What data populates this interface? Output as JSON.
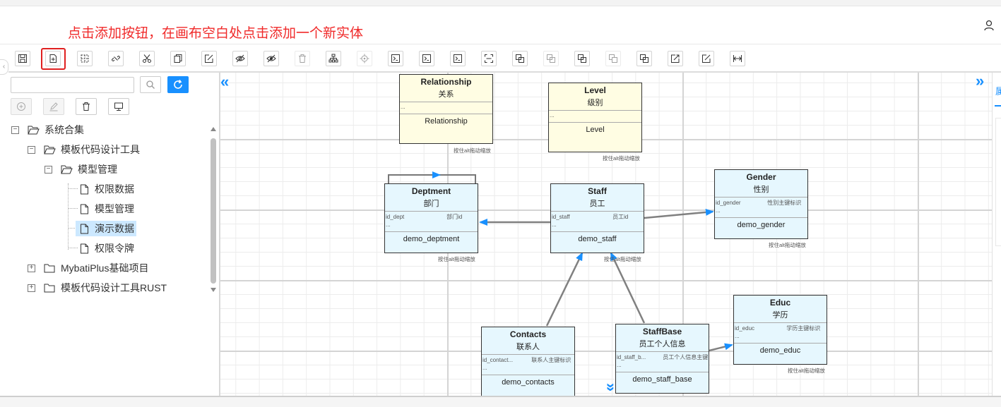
{
  "hint_text": "点击添加按钮，在画布空白处点击添加一个新实体",
  "toolbar": {
    "buttons": [
      {
        "name": "save-icon",
        "disabled": false
      },
      {
        "name": "add-entity-icon",
        "disabled": false
      },
      {
        "name": "select-icon",
        "disabled": false
      },
      {
        "name": "unlink-icon",
        "disabled": false
      },
      {
        "name": "cut-icon",
        "disabled": false
      },
      {
        "name": "copy-icon",
        "disabled": false
      },
      {
        "name": "edit-icon",
        "disabled": false
      },
      {
        "name": "hide-icon",
        "disabled": false
      },
      {
        "name": "hide-alt-icon",
        "disabled": false
      },
      {
        "name": "delete-icon",
        "disabled": true
      },
      {
        "name": "hierarchy-icon",
        "disabled": false
      },
      {
        "name": "locate-icon",
        "disabled": true
      },
      {
        "name": "terminal-icon",
        "disabled": false
      },
      {
        "name": "terminal-alt-icon",
        "disabled": false
      },
      {
        "name": "terminal-run-icon",
        "disabled": false
      },
      {
        "name": "fit-icon",
        "disabled": false
      },
      {
        "name": "group-icon",
        "disabled": false
      },
      {
        "name": "ungroup-icon",
        "disabled": true
      },
      {
        "name": "layer-up-icon",
        "disabled": false
      },
      {
        "name": "layer-down-icon",
        "disabled": true
      },
      {
        "name": "layer-icon",
        "disabled": false
      },
      {
        "name": "export-icon",
        "disabled": false
      },
      {
        "name": "import-icon",
        "disabled": false
      },
      {
        "name": "width-icon",
        "disabled": false
      }
    ]
  },
  "sidebar": {
    "search_placeholder": "",
    "tree": {
      "root": "系统合集",
      "node_1": "模板代码设计工具",
      "node_1_1": "模型管理",
      "leaf_1": "权限数据",
      "leaf_2": "模型管理",
      "leaf_3": "演示数据",
      "leaf_4": "权限令牌",
      "node_2": "MybatiPlus基础项目",
      "node_3": "模板代码设计工具RUST"
    }
  },
  "canvas": {
    "zoom_hint": "按住alt拖动缩放",
    "entities": {
      "relationship": {
        "name": "Relationship",
        "cn": "关系",
        "ellipsis": "...",
        "table": "Relationship"
      },
      "level": {
        "name": "Level",
        "cn": "级别",
        "ellipsis": "...",
        "table": "Level"
      },
      "deptment": {
        "name": "Deptment",
        "cn": "部门",
        "field_code": "id_dept",
        "field_name": "部门id",
        "ellipsis": "...",
        "table": "demo_deptment"
      },
      "staff": {
        "name": "Staff",
        "cn": "员工",
        "field_code": "id_staff",
        "field_name": "员工id",
        "ellipsis": "...",
        "table": "demo_staff"
      },
      "gender": {
        "name": "Gender",
        "cn": "性别",
        "field_code": "id_gender",
        "field_name": "性别主键标识",
        "ellipsis": "...",
        "table": "demo_gender"
      },
      "educ": {
        "name": "Educ",
        "cn": "学历",
        "field_code": "id_educ",
        "field_name": "学历主键标识",
        "ellipsis": "...",
        "table": "demo_educ"
      },
      "contacts": {
        "name": "Contacts",
        "cn": "联系人",
        "field_code": "id_contact...",
        "field_name": "联系人主键标识",
        "ellipsis": "...",
        "table": "demo_contacts"
      },
      "staffbase": {
        "name": "StaffBase",
        "cn": "员工个人信息",
        "field_code": "id_staff_b...",
        "field_name": "员工个人信息主键",
        "ellipsis": "...",
        "table": "demo_staff_base"
      }
    }
  },
  "right_panel": {
    "tab_label": "属"
  },
  "colors": {
    "accent": "#1890ff",
    "hint": "#f02a2a",
    "entity_blue": "#e6f7fe",
    "entity_yellow": "#fffde3",
    "selected": "#cce8ff"
  }
}
